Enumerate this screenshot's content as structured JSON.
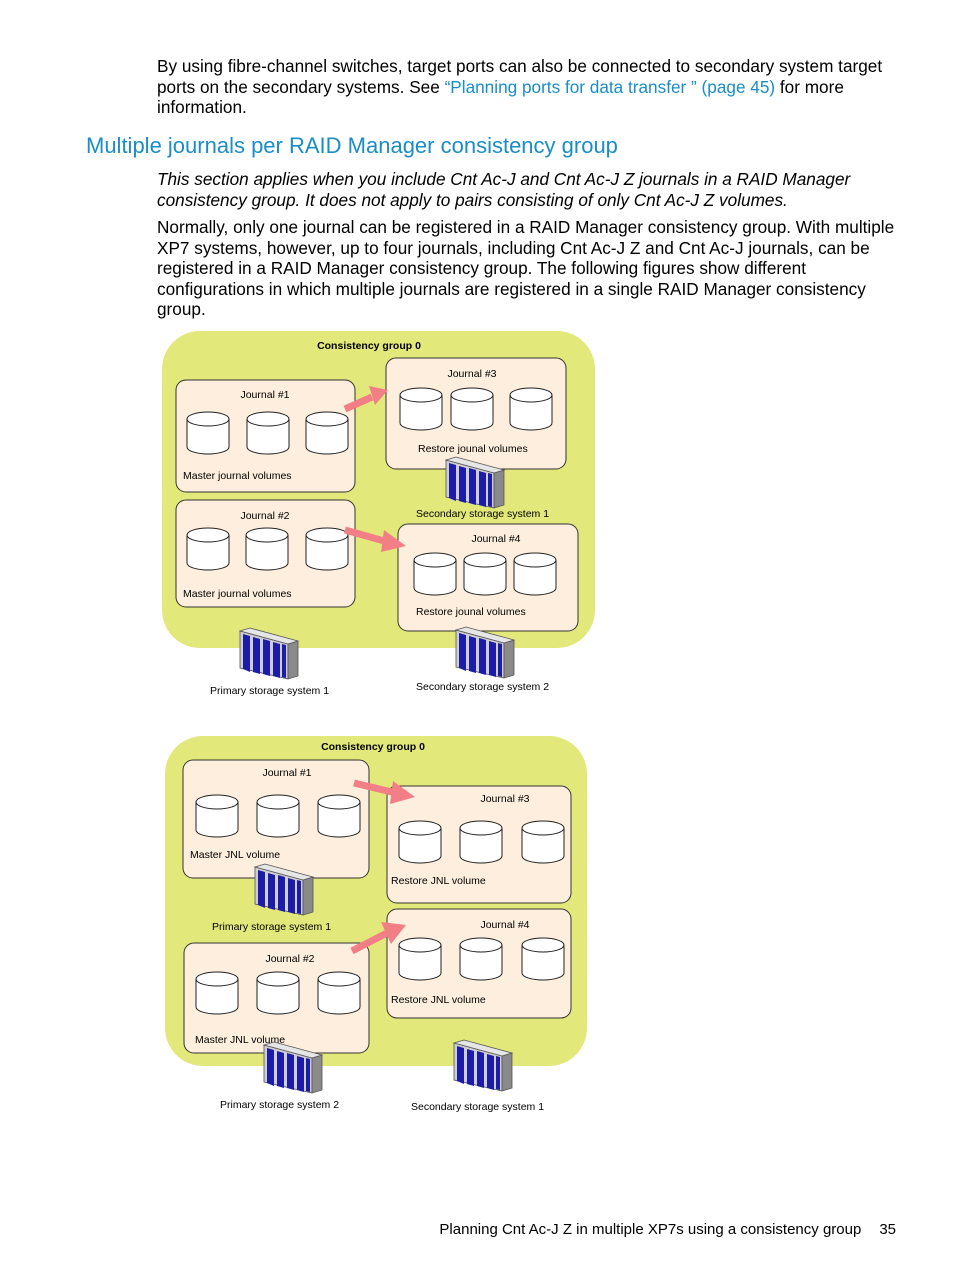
{
  "intro": {
    "text_before": "By using fibre-channel switches, target ports can also be connected to secondary system target ports on the secondary systems. See ",
    "link": "“Planning ports for data transfer ” (page 45)",
    "text_after": " for more information."
  },
  "section": {
    "heading": "Multiple journals per RAID Manager consistency group",
    "note": "This section applies when you include Cnt Ac-J and Cnt Ac-J Z journals in a RAID Manager consistency group. It does not apply to pairs consisting of only Cnt Ac-J Z volumes.",
    "body": "Normally, only one journal can be registered in a RAID Manager consistency group. With multiple XP7 systems, however, up to four journals, including Cnt Ac-J Z and Cnt Ac-J journals, can be registered in a RAID Manager consistency group. The following figures show different configurations in which multiple journals are registered in a single RAID Manager consistency group."
  },
  "figure1": {
    "group_label": "Consistency group 0",
    "journal1": "Journal #1",
    "journal1_caption": "Master journal volumes",
    "journal2": "Journal #2",
    "journal2_caption": "Master journal volumes",
    "journal3": "Journal #3",
    "journal3_caption": "Restore jounal volumes",
    "journal4": "Journal #4",
    "journal4_caption": "Restore jounal volumes",
    "secondary1_label": "Secondary storage system 1",
    "primary1_label": "Primary storage system 1",
    "secondary2_label": "Secondary storage system 2"
  },
  "figure2": {
    "group_label": "Consistency group 0",
    "journal1": "Journal  #1",
    "journal1_caption": "Master JNL volume",
    "journal2": "Journal  #2",
    "journal2_caption": "Master JNL volume",
    "journal3": "Journal  #3",
    "journal3_caption": "Restore JNL volume",
    "journal4": "Journal  #4",
    "journal4_caption": "Restore JNL volume",
    "primary1_label": "Primary storage system 1",
    "primary2_label": "Primary storage system 2",
    "secondary1_label": "Secondary storage system 1"
  },
  "footer": {
    "title": "Planning Cnt Ac-J Z in multiple XP7s using a consistency group",
    "page": "35"
  },
  "colors": {
    "heading": "#1a8dc8",
    "group_fill": "#e3e87a",
    "journal_fill": "#fdeedd",
    "arrow": "#f27e86",
    "storage_blue": "#1c1ca8"
  }
}
